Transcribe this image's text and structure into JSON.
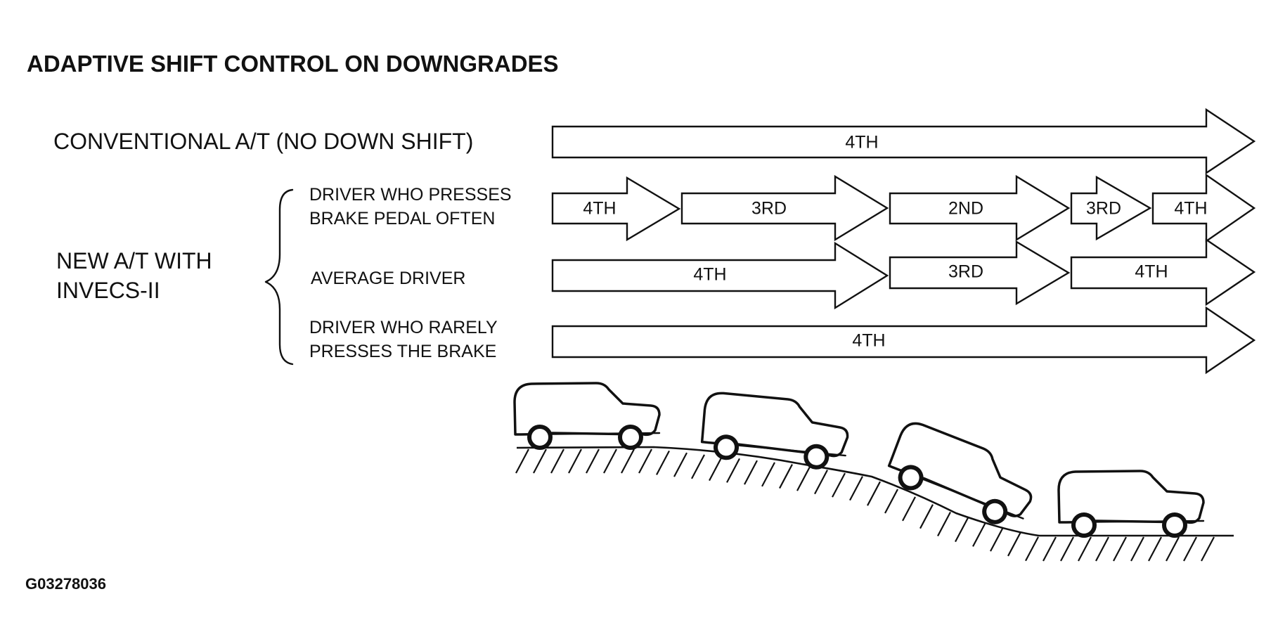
{
  "title": "ADAPTIVE SHIFT CONTROL ON DOWNGRADES",
  "conventional_label": "CONVENTIONAL A/T (NO DOWN SHIFT)",
  "new_at_label_line1": "NEW A/T WITH",
  "new_at_label_line2": "INVECS-II",
  "driver_labels": {
    "frequent_line1": "DRIVER WHO PRESSES",
    "frequent_line2": "BRAKE PEDAL OFTEN",
    "average": "AVERAGE DRIVER",
    "rare_line1": "DRIVER WHO RARELY",
    "rare_line2": "PRESSES THE BRAKE"
  },
  "gear_rows": [
    {
      "row": "conventional",
      "gears": [
        "4TH"
      ]
    },
    {
      "row": "frequent_braker",
      "gears": [
        "4TH",
        "3RD",
        "2ND",
        "3RD",
        "4TH"
      ]
    },
    {
      "row": "average_driver",
      "gears": [
        "4TH",
        "3RD",
        "4TH"
      ]
    },
    {
      "row": "rare_braker",
      "gears": [
        "4TH"
      ]
    }
  ],
  "figure_id": "G03278036"
}
